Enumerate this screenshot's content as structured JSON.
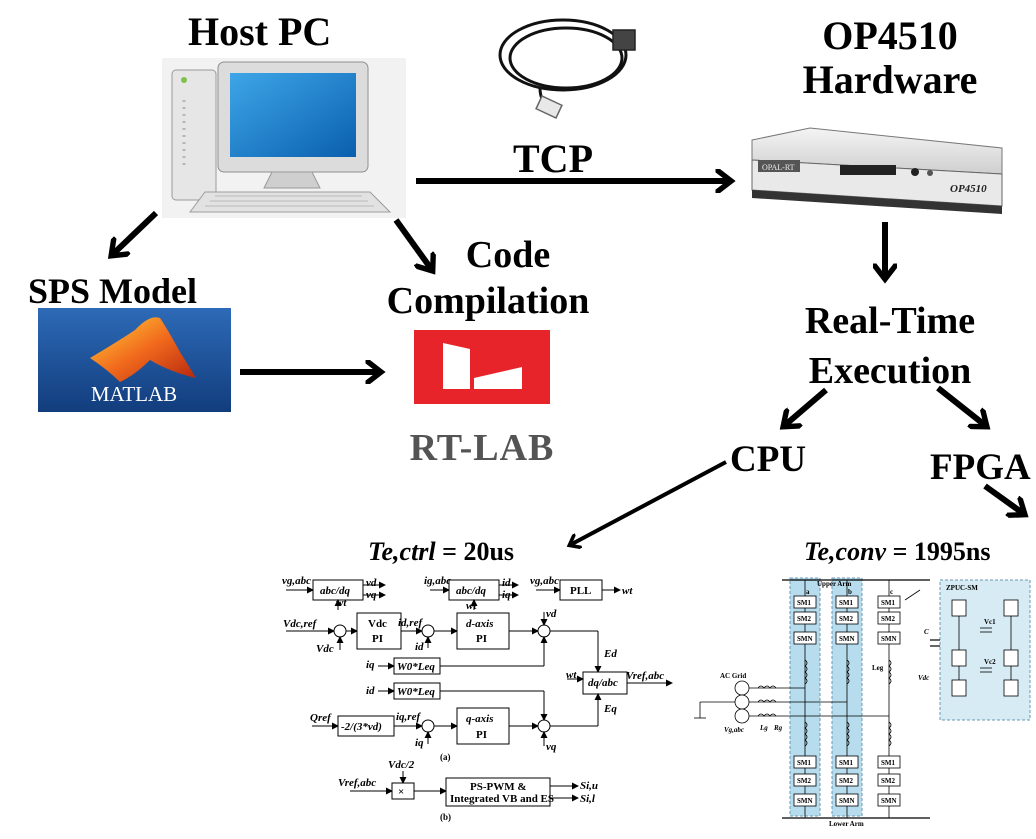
{
  "titles": {
    "host_pc": "Host PC",
    "op4510_line1": "OP4510",
    "op4510_line2": "Hardware",
    "tcp": "TCP",
    "sps_model": "SPS Model",
    "code_line1": "Code",
    "code_line2": "Compilation",
    "rt_line1": "Real-Time",
    "rt_line2": "Execution",
    "cpu": "CPU",
    "fpga": "FPGA"
  },
  "logos": {
    "matlab": "MATLAB",
    "rtlab": "RT-LAB",
    "opal_brand": "OPAL-RT",
    "opal_model": "OP4510"
  },
  "timing": {
    "ctrl_label": "Te,ctrl",
    "ctrl_value": " = 20us",
    "conv_label": "Te,conv",
    "conv_value": " = 1995ns"
  },
  "control_diagram": {
    "abc_dq_1": "abc/dq",
    "vg_abc": "vg,abc",
    "vd": "vd",
    "vq": "vq",
    "wt": "wt",
    "ig_abc": "ig,abc",
    "abc_dq_2": "abc/dq",
    "id": "id",
    "iq": "iq",
    "vg_abc_2": "vg,abc",
    "pll": "PLL",
    "wt_out": "wt",
    "vdc_ref": "Vdc,ref",
    "vdc": "Vdc",
    "vdc_pi_line1": "Vdc",
    "vdc_pi_line2": "PI",
    "id_ref": "id,ref",
    "d_axis_line1": "d-axis",
    "d_axis_line2": "PI",
    "vd_fb": "vd",
    "ed": "Ed",
    "iq_in": "iq",
    "w0leq_1": "W0*Leq",
    "id_in": "id",
    "w0leq_2": "W0*Leq",
    "dq_abc": "dq/abc",
    "wt_in": "wt",
    "vref_abc": "Vref,abc",
    "qref": "Qref",
    "gain": "-2/(3*vd)",
    "iq_ref": "iq,ref",
    "q_axis_line1": "q-axis",
    "q_axis_line2": "PI",
    "iq_fb": "iq",
    "vq_fb": "vq",
    "eq": "Eq",
    "caption_a": "(a)",
    "vdc_half": "Vdc/2",
    "vref_abc_in": "Vref,abc",
    "times": "×",
    "ps_pwm_line1": "PS-PWM &",
    "ps_pwm_line2": "Integrated VB and ES",
    "si_u": "Si,u",
    "si_l": "Si,l",
    "caption_b": "(b)"
  },
  "converter_diagram": {
    "upper_arm": "Upper Arm",
    "lower_arm": "Lower Arm",
    "zpuc_sm": "ZPUC-SM",
    "sm1": "SM1",
    "sm2": "SM2",
    "smn": "SMN",
    "ac_grid": "AC Grid",
    "leg": "Leg",
    "vdc": "Vdc",
    "vg_abc": "Vg,abc",
    "lg": "Lg",
    "rg": "Rg",
    "c": "C",
    "vc1": "Vc1",
    "vc2": "Vc2",
    "phase_a": "a",
    "phase_b": "b",
    "phase_c": "c"
  }
}
